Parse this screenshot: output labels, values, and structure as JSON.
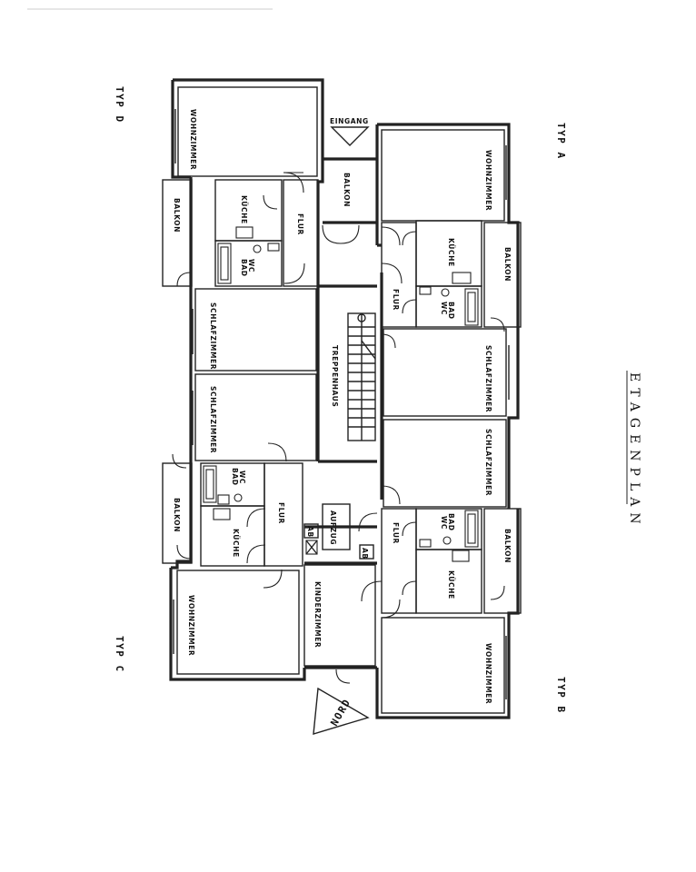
{
  "title": "ETAGENPLAN",
  "types": {
    "a": "TYP A",
    "b": "TYP B",
    "c": "TYP C",
    "d": "TYP D"
  },
  "entrance": "EINGANG",
  "north": "NORD",
  "rooms": {
    "wohnzimmer": "WOHNZIMMER",
    "balkon": "BALKON",
    "kueche": "KÜCHE",
    "flur": "FLUR",
    "bad_wc_1": "BAD",
    "bad_wc_2": "WC",
    "schlafzimmer": "SCHLAFZIMMER",
    "treppenhaus": "TREPPENHAUS",
    "aufzug": "AUFZUG",
    "ab": "AB",
    "kinderzimmer": "KINDERZIMMER"
  }
}
